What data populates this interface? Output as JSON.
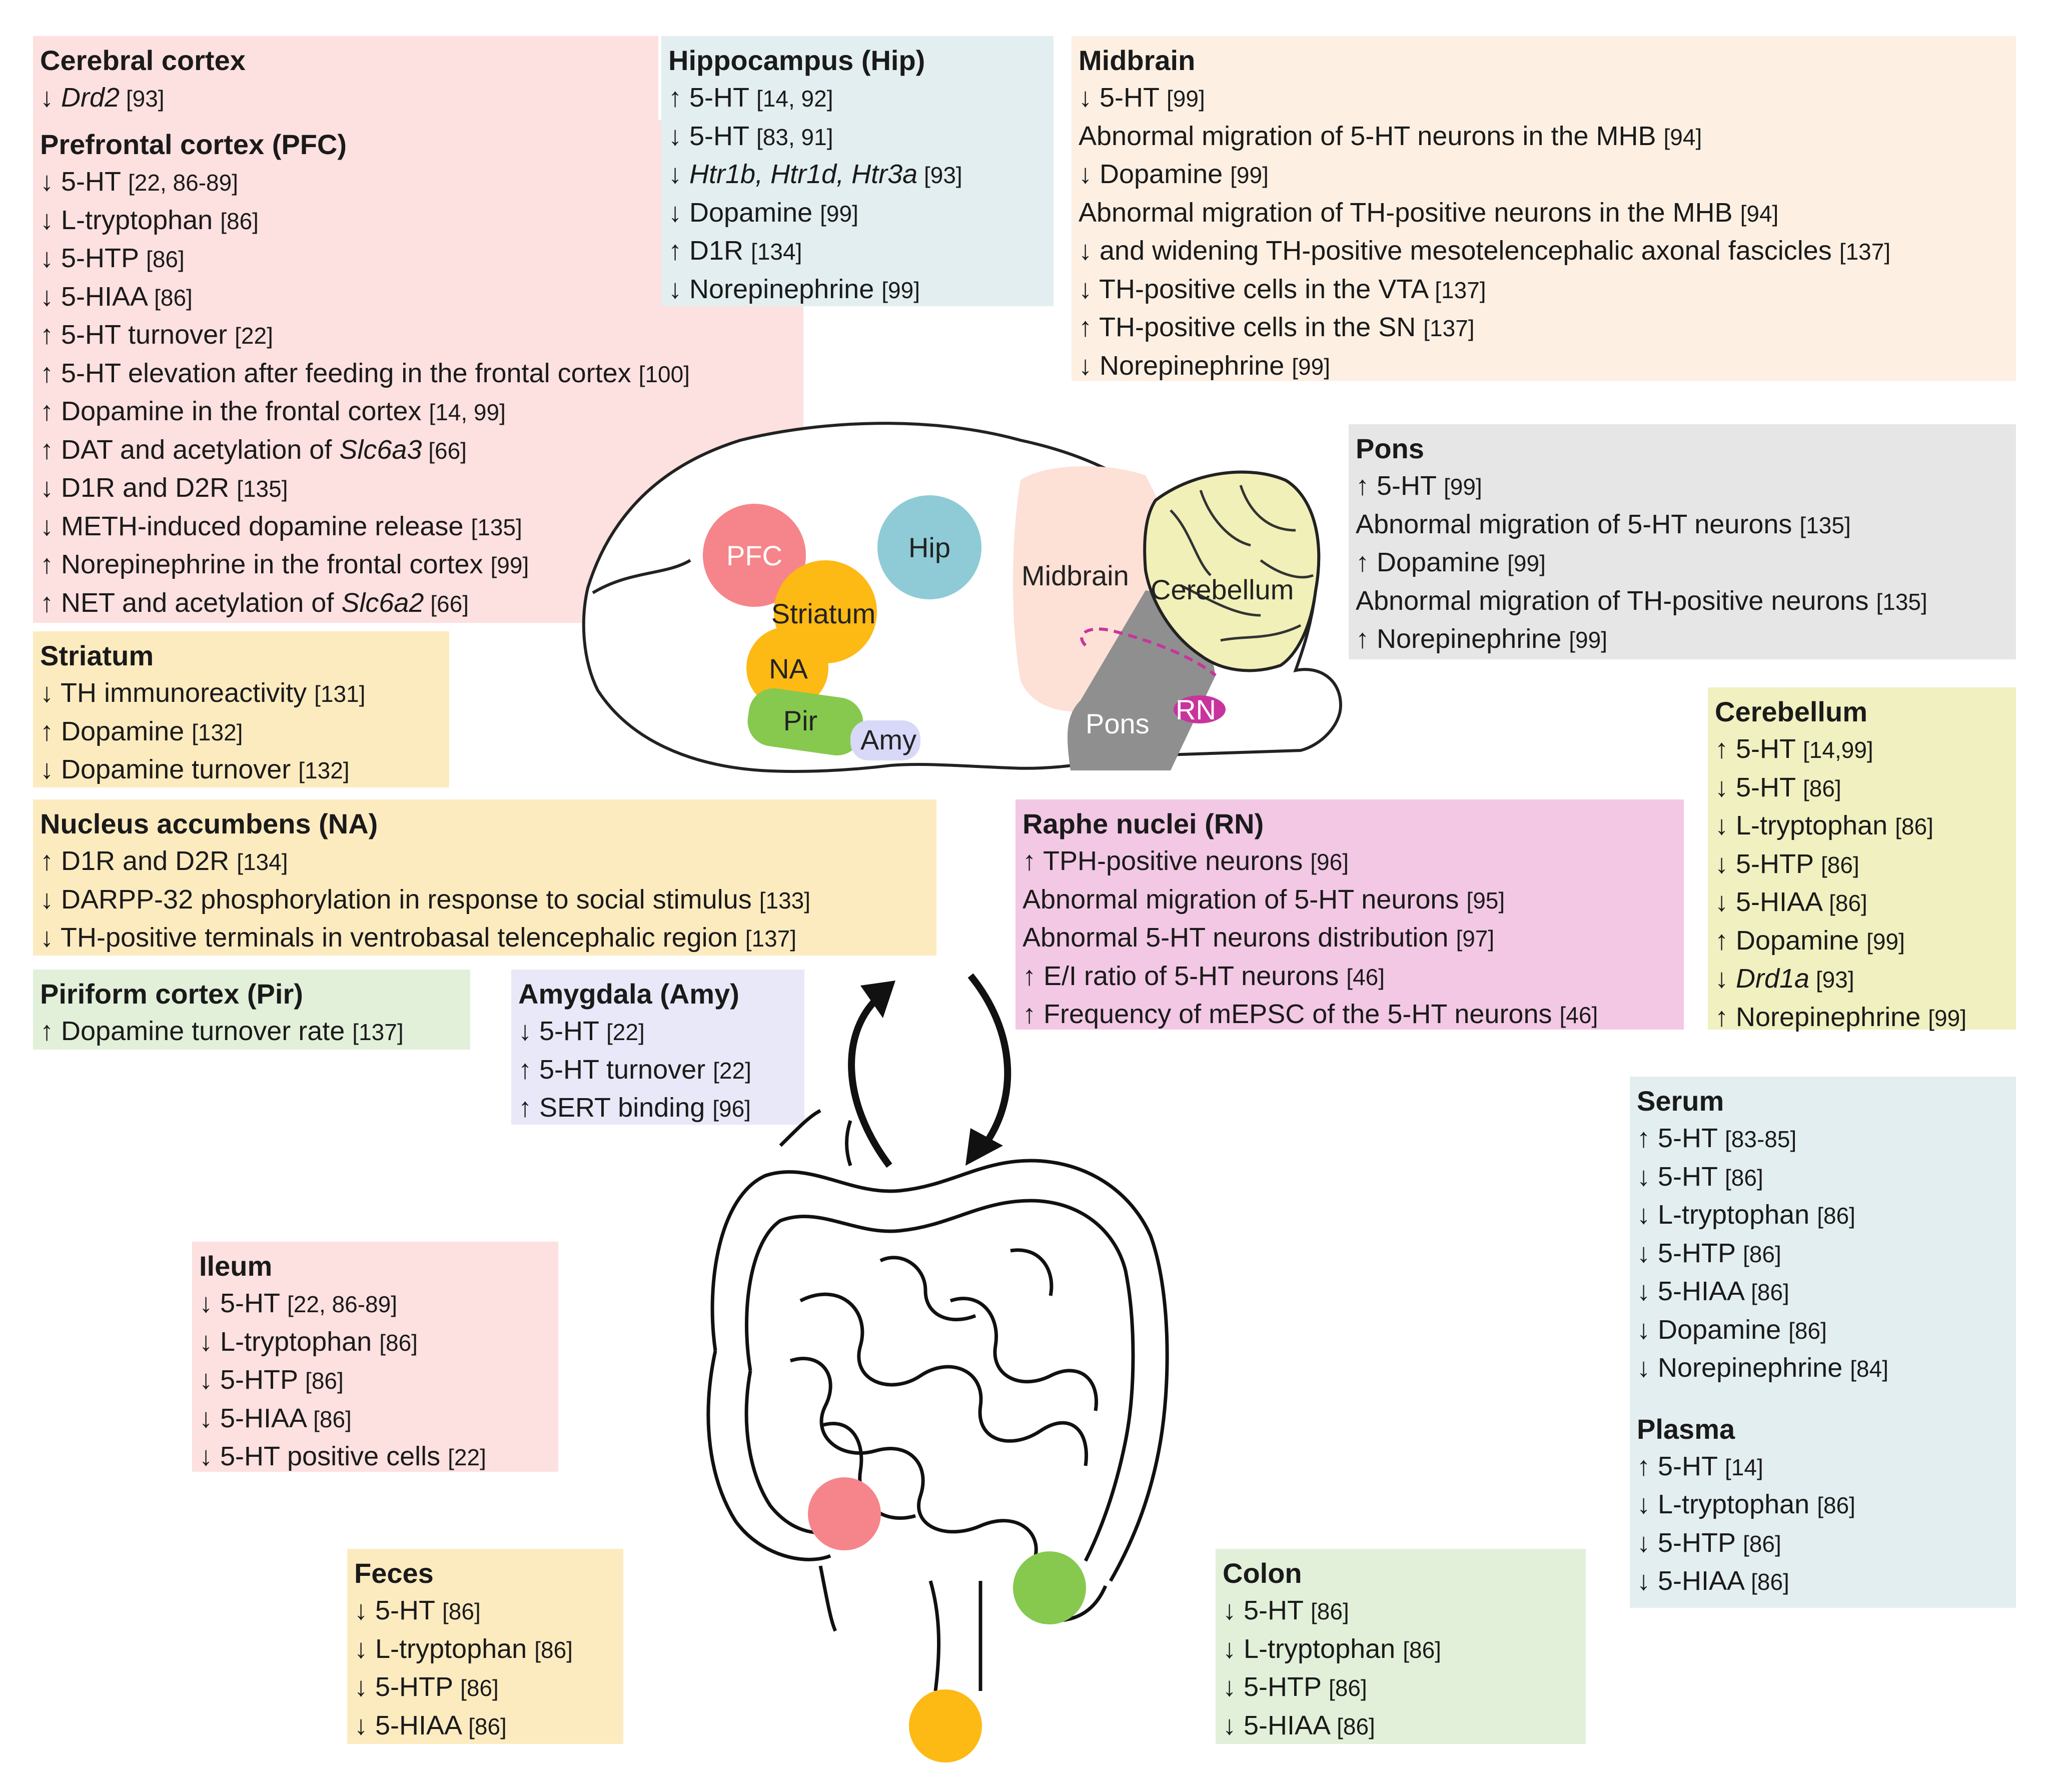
{
  "boxes": [
    {
      "id": "cerebral-cortex",
      "color": "#fde0e0",
      "title": "Cerebral cortex",
      "lines": [
        [
          "↓ ",
          "",
          "Drd2",
          " [93]"
        ]
      ]
    },
    {
      "id": "pfc",
      "color": "#fde0e0",
      "title": "Prefrontal cortex (PFC)",
      "lines": [
        [
          "↓ 5-HT ",
          "[22, 86-89]",
          "",
          ""
        ],
        [
          "↓ L-tryptophan ",
          "[86]",
          "",
          ""
        ],
        [
          "↓ 5-HTP ",
          "[86]",
          "",
          ""
        ],
        [
          "↓ 5-HIAA ",
          "[86]",
          "",
          ""
        ],
        [
          "↑ 5-HT turnover ",
          "[22]",
          "",
          ""
        ],
        [
          "↑ 5-HT elevation after feeding in the frontal cortex ",
          "[100]",
          "",
          ""
        ],
        [
          "↑ Dopamine in the frontal cortex ",
          "[14, 99]",
          "",
          ""
        ],
        [
          "↑ DAT and acetylation of ",
          "",
          "Slc6a3",
          " [66]"
        ],
        [
          "↓ D1R and D2R ",
          "[135]",
          "",
          ""
        ],
        [
          "↓ METH-induced dopamine release ",
          "[135]",
          "",
          ""
        ],
        [
          "↑ Norepinephrine in the frontal cortex ",
          "[99]",
          "",
          ""
        ],
        [
          "↑ NET and acetylation of ",
          "",
          "Slc6a2",
          " [66]"
        ]
      ]
    },
    {
      "id": "hippocampus",
      "color": "#e3eef0",
      "title": "Hippocampus (Hip)",
      "lines": [
        [
          "↑ 5-HT ",
          "[14, 92]",
          "",
          ""
        ],
        [
          "↓ 5-HT ",
          "[83, 91]",
          "",
          ""
        ],
        [
          "↓ ",
          "",
          "Htr1b, Htr1d, Htr3a",
          " [93]"
        ],
        [
          "↓ Dopamine ",
          "[99]",
          "",
          ""
        ],
        [
          "↑ D1R ",
          "[134]",
          "",
          ""
        ],
        [
          "↓ Norepinephrine ",
          "[99]",
          "",
          ""
        ]
      ]
    },
    {
      "id": "midbrain",
      "color": "#fdf0e3",
      "title": "Midbrain",
      "lines": [
        [
          "↓ 5-HT ",
          "[99]",
          "",
          ""
        ],
        [
          "Abnormal migration of 5-HT neurons in the MHB ",
          "[94]",
          "",
          ""
        ],
        [
          "↓ Dopamine ",
          "[99]",
          "",
          ""
        ],
        [
          "Abnormal migration of TH-positive neurons in the MHB ",
          "[94]",
          "",
          ""
        ],
        [
          "↓ and widening TH-positive mesotelencephalic axonal fascicles ",
          "[137]",
          "",
          ""
        ],
        [
          "↓ TH-positive cells in the VTA ",
          "[137]",
          "",
          ""
        ],
        [
          "↑ TH-positive cells in the SN ",
          "[137]",
          "",
          ""
        ],
        [
          "↓ Norepinephrine ",
          "[99]",
          "",
          ""
        ]
      ]
    },
    {
      "id": "pons",
      "color": "#e6e6e6",
      "title": "Pons",
      "lines": [
        [
          "↑ 5-HT ",
          "[99]",
          "",
          ""
        ],
        [
          "Abnormal migration of 5-HT neurons ",
          "[135]",
          "",
          ""
        ],
        [
          "↑ Dopamine ",
          "[99]",
          "",
          ""
        ],
        [
          "Abnormal migration of TH-positive neurons ",
          "[135]",
          "",
          ""
        ],
        [
          "↑ Norepinephrine ",
          "[99]",
          "",
          ""
        ]
      ]
    },
    {
      "id": "striatum",
      "color": "#fdebc0",
      "title": "Striatum",
      "lines": [
        [
          "↓ TH immunoreactivity ",
          "[131]",
          "",
          ""
        ],
        [
          "↑ Dopamine ",
          "[132]",
          "",
          ""
        ],
        [
          "↓ Dopamine turnover ",
          "[132]",
          "",
          ""
        ]
      ]
    },
    {
      "id": "cerebellum",
      "color": "#f0f0c0",
      "title": "Cerebellum",
      "lines": [
        [
          "↑ 5-HT ",
          "[14,99]",
          "",
          ""
        ],
        [
          "↓ 5-HT ",
          "[86]",
          "",
          ""
        ],
        [
          "↓ L-tryptophan ",
          "[86]",
          "",
          ""
        ],
        [
          "↓ 5-HTP ",
          "[86]",
          "",
          ""
        ],
        [
          "↓ 5-HIAA ",
          "[86]",
          "",
          ""
        ],
        [
          "↑ Dopamine ",
          "[99]",
          "",
          ""
        ],
        [
          "↓ ",
          "",
          "Drd1a",
          " [93]"
        ],
        [
          "↑ Norepinephrine ",
          "[99]",
          "",
          ""
        ]
      ]
    },
    {
      "id": "nucleus-accumbens",
      "color": "#fdebc0",
      "title": "Nucleus accumbens (NA)",
      "lines": [
        [
          "↑ D1R and D2R ",
          "[134]",
          "",
          ""
        ],
        [
          "↓ DARPP-32 phosphorylation in response to social stimulus ",
          "[133]",
          "",
          ""
        ],
        [
          "↓ TH-positive terminals in ventrobasal telencephalic region ",
          "[137]",
          "",
          ""
        ]
      ]
    },
    {
      "id": "raphe-nuclei",
      "color": "#f2c8e4",
      "title": "Raphe nuclei (RN)",
      "lines": [
        [
          "↑ TPH-positive neurons ",
          "[96]",
          "",
          ""
        ],
        [
          "Abnormal migration of 5-HT neurons ",
          "[95]",
          "",
          ""
        ],
        [
          "Abnormal 5-HT neurons distribution ",
          "[97]",
          "",
          ""
        ],
        [
          "↑ E/I ratio of 5-HT neurons ",
          "[46]",
          "",
          ""
        ],
        [
          "↑ Frequency of mEPSC of the 5-HT neurons ",
          "[46]",
          "",
          ""
        ]
      ]
    },
    {
      "id": "piriform-cortex",
      "color": "#e2f0da",
      "title": "Piriform cortex (Pir)",
      "lines": [
        [
          "↑ Dopamine turnover rate ",
          "[137]",
          "",
          ""
        ]
      ]
    },
    {
      "id": "amygdala",
      "color": "#e8e8f8",
      "title": "Amygdala (Amy)",
      "lines": [
        [
          "↓ 5-HT ",
          "[22]",
          "",
          ""
        ],
        [
          "↑ 5-HT turnover ",
          "[22]",
          "",
          ""
        ],
        [
          "↑ SERT binding ",
          "[96]",
          "",
          ""
        ]
      ]
    },
    {
      "id": "serum-plasma",
      "color": "#e3eef0",
      "title": "Serum",
      "lines": [
        [
          "↑ 5-HT ",
          "[83-85]",
          "",
          ""
        ],
        [
          "↓ 5-HT ",
          "[86]",
          "",
          ""
        ],
        [
          "↓ L-tryptophan ",
          "[86]",
          "",
          ""
        ],
        [
          "↓ 5-HTP ",
          "[86]",
          "",
          ""
        ],
        [
          "↓ 5-HIAA ",
          "[86]",
          "",
          ""
        ],
        [
          "↓ Dopamine ",
          "[86]",
          "",
          ""
        ],
        [
          "↓ Norepinephrine ",
          "[84]",
          "",
          ""
        ]
      ],
      "title2": "Plasma",
      "lines2": [
        [
          "↑ 5-HT ",
          "[14]",
          "",
          ""
        ],
        [
          "↓ L-tryptophan ",
          "[86]",
          "",
          ""
        ],
        [
          "↓ 5-HTP ",
          "[86]",
          "",
          ""
        ],
        [
          "↓ 5-HIAA ",
          "[86]",
          "",
          ""
        ]
      ]
    },
    {
      "id": "ileum",
      "color": "#fde0e0",
      "title": "Ileum",
      "lines": [
        [
          "↓ 5-HT ",
          "[22, 86-89]",
          "",
          ""
        ],
        [
          "↓ L-tryptophan ",
          "[86]",
          "",
          ""
        ],
        [
          "↓ 5-HTP ",
          "[86]",
          "",
          ""
        ],
        [
          "↓ 5-HIAA ",
          "[86]",
          "",
          ""
        ],
        [
          "↓ 5-HT positive cells ",
          "[22]",
          "",
          ""
        ]
      ]
    },
    {
      "id": "feces",
      "color": "#fdebc0",
      "title": "Feces",
      "lines": [
        [
          "↓ 5-HT ",
          "[86]",
          "",
          ""
        ],
        [
          "↓ L-tryptophan ",
          "[86]",
          "",
          ""
        ],
        [
          "↓ 5-HTP ",
          "[86]",
          "",
          ""
        ],
        [
          "↓ 5-HIAA ",
          "[86]",
          "",
          ""
        ]
      ]
    },
    {
      "id": "colon",
      "color": "#e2f0da",
      "title": "Colon",
      "lines": [
        [
          "↓ 5-HT ",
          "[86]",
          "",
          ""
        ],
        [
          "↓ L-tryptophan ",
          "[86]",
          "",
          ""
        ],
        [
          "↓ 5-HTP ",
          "[86]",
          "",
          ""
        ],
        [
          "↓ 5-HIAA ",
          "[86]",
          "",
          ""
        ]
      ]
    }
  ],
  "brain_labels": {
    "pfc": "PFC",
    "hip": "Hip",
    "striatum": "Striatum",
    "na": "NA",
    "pir": "Pir",
    "amy": "Amy",
    "midbrain": "Midbrain",
    "cerebellum": "Cerebellum",
    "pons": "Pons",
    "rn": "RN"
  },
  "colors": {
    "pfc": "#f5858a",
    "hip": "#8ecbd6",
    "striatum": "#fdb914",
    "na": "#fdb914",
    "pir": "#86c94e",
    "amy": "#d8d8f8",
    "midbrain": "#fde0d6",
    "cerebellum": "#f0f0b8",
    "pons": "#8f8f8f",
    "rn": "#c8349c",
    "gut_ileum": "#f5858a",
    "gut_colon": "#86c94e",
    "gut_feces": "#fdb914"
  }
}
